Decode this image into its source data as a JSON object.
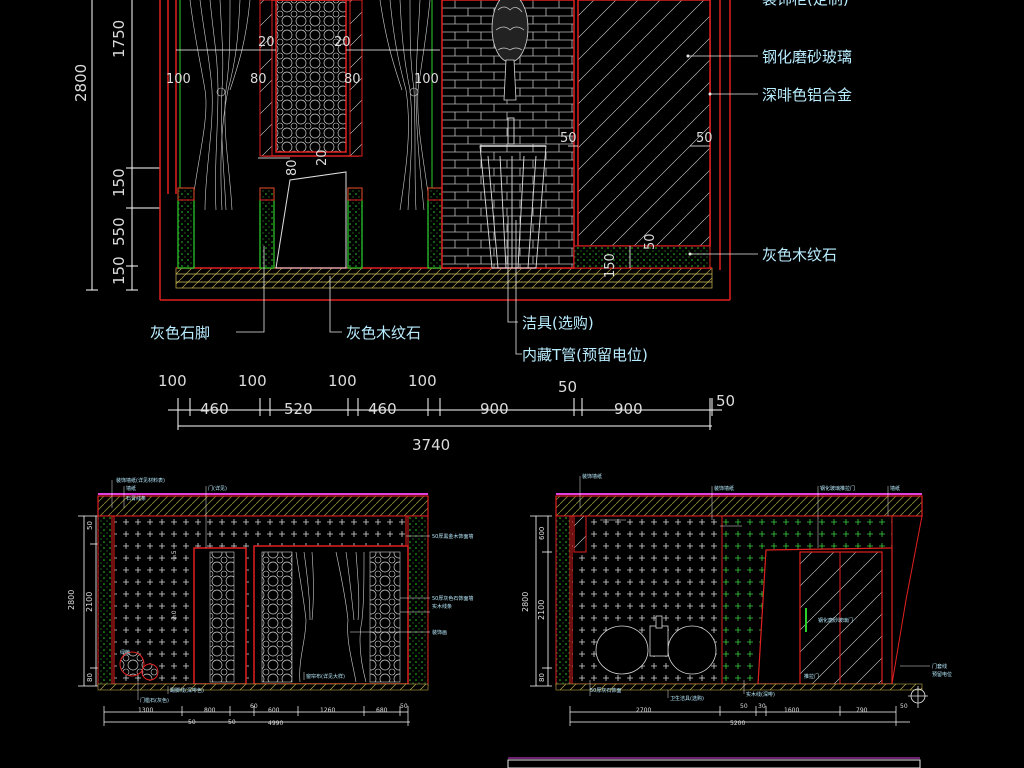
{
  "colors": {
    "background": "#000000",
    "dimension_line": "#ffffff",
    "dimension_text": "#9fe0ff",
    "callout_text": "#b8ecff",
    "wall_outline": "#e02020",
    "hatch_green": "#28d228",
    "pattern_cross": "#9ad0ff",
    "title_magenta": "#e040e0",
    "leader_white": "#e8e8e8"
  },
  "top_elevation": {
    "vertical_dims": [
      "1750",
      "2800",
      "150",
      "550",
      "150"
    ],
    "inner_dims": [
      "20",
      "20",
      "80",
      "80",
      "100",
      "100",
      "80",
      "20"
    ],
    "right_dims": [
      "50",
      "50",
      "50",
      "150"
    ],
    "callouts": {
      "partial_top": "装饰柜(定制)",
      "tempered_glass": "钢化磨砂玻璃",
      "aluminum": "深啡色铝合金",
      "grey_stone_right": "灰色木纹石",
      "grey_skirting": "灰色石脚",
      "grey_stone_floor": "灰色木纹石",
      "sanitary": "洁具(选购)",
      "hidden_pipe": "内藏T管(预留电位)"
    },
    "horizontal_top_dims": [
      "100",
      "100",
      "100",
      "100",
      "50"
    ],
    "horizontal_dims": [
      "460",
      "520",
      "460",
      "900",
      "900",
      "50"
    ],
    "total_width": "3740"
  },
  "bottom_left_elevation": {
    "left_dims": [
      "2800",
      "2100",
      "50",
      "80"
    ],
    "inner_dims": [
      "1.5",
      "2.0"
    ],
    "bottom_dims": [
      "1300",
      "800",
      "60",
      "600",
      "1260",
      "680",
      "50"
    ],
    "bottom_second_row": [
      "50",
      "50"
    ],
    "total": "4990",
    "small_notes": [
      "装饰墙纸(详见材料表)",
      "墙纸",
      "石膏线条",
      "门(详见)",
      "50厚黑金木饰面墙",
      "50厚灰色石饰面墙",
      "实木线条",
      "装饰画",
      "窗帘布(详见大样)",
      "踢脚线(深啡色)",
      "门槛石(灰色)",
      "绿植"
    ]
  },
  "bottom_right_elevation": {
    "left_dims": [
      "2800",
      "2100",
      "600",
      "80"
    ],
    "bottom_dims": [
      "2700",
      "50",
      "30",
      "1600",
      "790",
      "50"
    ],
    "total": "5200",
    "small_notes": [
      "装饰墙纸",
      "装饰墙纸",
      "钢化玻璃推拉门",
      "墙纸",
      "50厚灰石饰面",
      "卫生洁具(选购)",
      "实木线(深啡)",
      "钢化磨砂玻璃门",
      "推拉门",
      "门套线",
      "预留电位"
    ]
  }
}
